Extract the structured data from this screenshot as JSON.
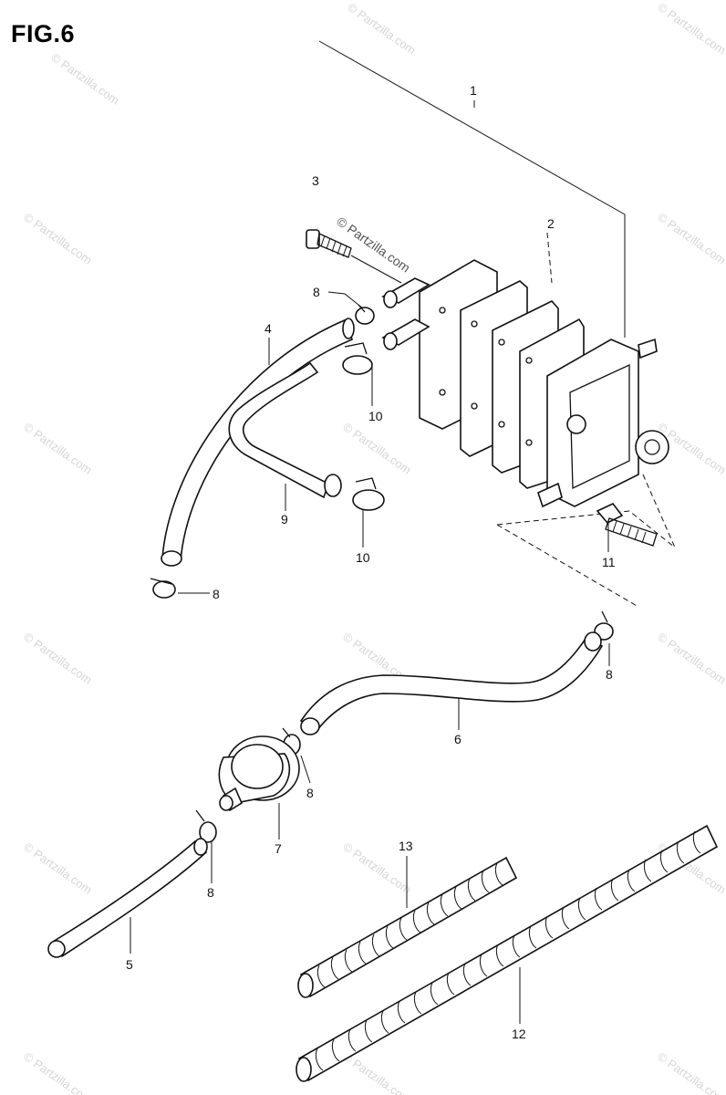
{
  "figure": {
    "title": "FIG.6"
  },
  "watermark": {
    "text": "© Partzilla.com",
    "center_text": "© Partzilla.com"
  },
  "callouts": {
    "c1": "1",
    "c2": "2",
    "c3": "3",
    "c4": "4",
    "c5": "5",
    "c6": "6",
    "c7": "7",
    "c8a": "8",
    "c8b": "8",
    "c8c": "8",
    "c8d": "8",
    "c8e": "8",
    "c9": "9",
    "c10a": "10",
    "c10b": "10",
    "c11": "11",
    "c12": "12",
    "c13": "13"
  },
  "colors": {
    "line": "#111111",
    "watermark": "#d6d6d6"
  }
}
